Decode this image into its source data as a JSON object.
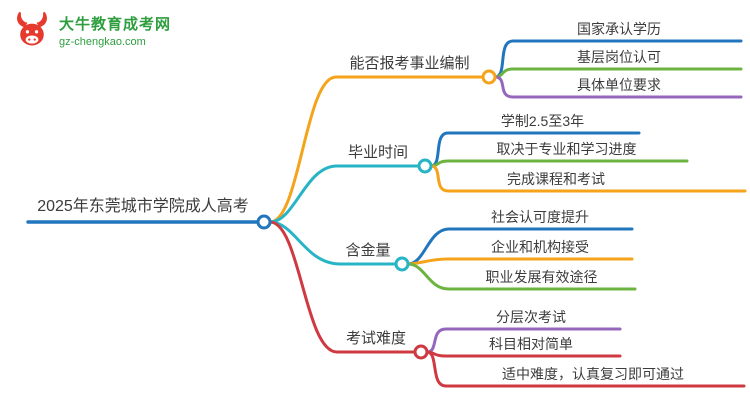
{
  "site": {
    "logo_title": "大牛教育成考网",
    "logo_subtitle": "gz-chengkao.com"
  },
  "palette": {
    "blue": "#2176bd",
    "orange": "#f5a31a",
    "green": "#6cb33f",
    "purple": "#9467bd",
    "cyan": "#27b5c6",
    "red": "#cf3942",
    "text": "#3c3c3c",
    "logo_red": "#e63a2e",
    "logo_green": "#2e9e3f"
  },
  "mindmap": {
    "root": {
      "label": "2025年东莞城市学院成人高考",
      "color": "blue"
    },
    "branches": [
      {
        "label": "能否报考事业编制",
        "color": "orange",
        "children": [
          {
            "label": "国家承认学历",
            "color": "blue"
          },
          {
            "label": "基层岗位认可",
            "color": "green"
          },
          {
            "label": "具体单位要求",
            "color": "purple"
          }
        ]
      },
      {
        "label": "毕业时间",
        "color": "cyan",
        "children": [
          {
            "label": "学制2.5至3年",
            "color": "blue"
          },
          {
            "label": "取决于专业和学习进度",
            "color": "green"
          },
          {
            "label": "完成课程和考试",
            "color": "orange"
          }
        ]
      },
      {
        "label": "含金量",
        "color": "cyan",
        "children": [
          {
            "label": "社会认可度提升",
            "color": "blue"
          },
          {
            "label": "企业和机构接受",
            "color": "orange"
          },
          {
            "label": "职业发展有效途径",
            "color": "green"
          }
        ]
      },
      {
        "label": "考试难度",
        "color": "red",
        "children": [
          {
            "label": "分层次考试",
            "color": "purple"
          },
          {
            "label": "科目相对简单",
            "color": "red"
          },
          {
            "label": "适中难度，认真复习即可通过",
            "color": "red"
          }
        ]
      }
    ]
  }
}
